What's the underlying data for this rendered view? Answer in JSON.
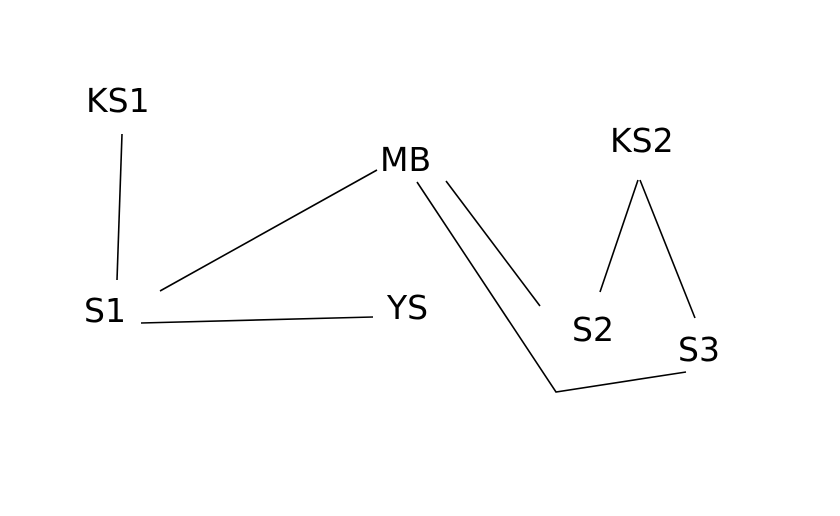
{
  "nodes": [
    {
      "id": "KS1",
      "label": "KS1"
    },
    {
      "id": "S1",
      "label": "S1"
    },
    {
      "id": "MB",
      "label": "MB"
    },
    {
      "id": "YS",
      "label": "YS"
    },
    {
      "id": "KS2",
      "label": "KS2"
    },
    {
      "id": "S2",
      "label": "S2"
    },
    {
      "id": "S3",
      "label": "S3"
    }
  ],
  "edges": [
    {
      "from": "KS1",
      "to": "S1"
    },
    {
      "from": "S1",
      "to": "MB"
    },
    {
      "from": "S1",
      "to": "YS"
    },
    {
      "from": "MB",
      "to": "S2"
    },
    {
      "from": "MB",
      "to": "S3"
    },
    {
      "from": "KS2",
      "to": "S2"
    },
    {
      "from": "KS2",
      "to": "S3"
    }
  ],
  "colors": {
    "background": "#ffffff",
    "ink": "#000000"
  }
}
